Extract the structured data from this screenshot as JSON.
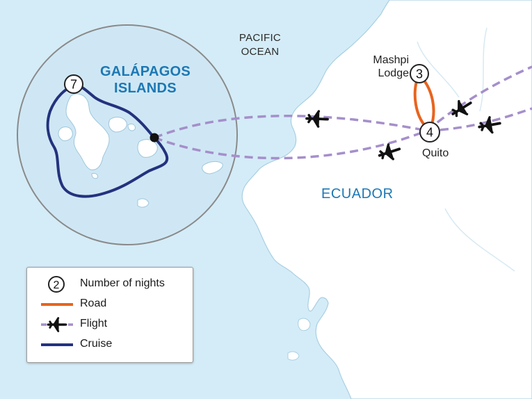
{
  "map": {
    "ocean_label_line1": "PACIFIC",
    "ocean_label_line2": "OCEAN",
    "country_label": "ECUADOR",
    "islands_label_line1": "GALÁPAGOS",
    "islands_label_line2": "ISLANDS"
  },
  "places": {
    "mashpi_line1": "Mashpi",
    "mashpi_line2": "Lodge",
    "mashpi_nights": "3",
    "quito": "Quito",
    "quito_nights": "4",
    "galapagos_nights": "7"
  },
  "legend": {
    "nights_sample": "2",
    "nights_label": "Number of nights",
    "road_label": "Road",
    "flight_label": "Flight",
    "cruise_label": "Cruise"
  },
  "colors": {
    "water": "#d4ecf7",
    "land": "#ffffff",
    "coast": "#a8cfe3",
    "inset_fill": "#cfe7f4",
    "inset_border": "#8a8a8a",
    "road": "#e8641e",
    "flight": "#a58fcb",
    "cruise": "#23327e",
    "label_blue": "#1c78b4"
  },
  "icons": {
    "plane": "airplane-icon",
    "nights_marker": "circle-number-marker",
    "port": "port-dot-icon"
  }
}
